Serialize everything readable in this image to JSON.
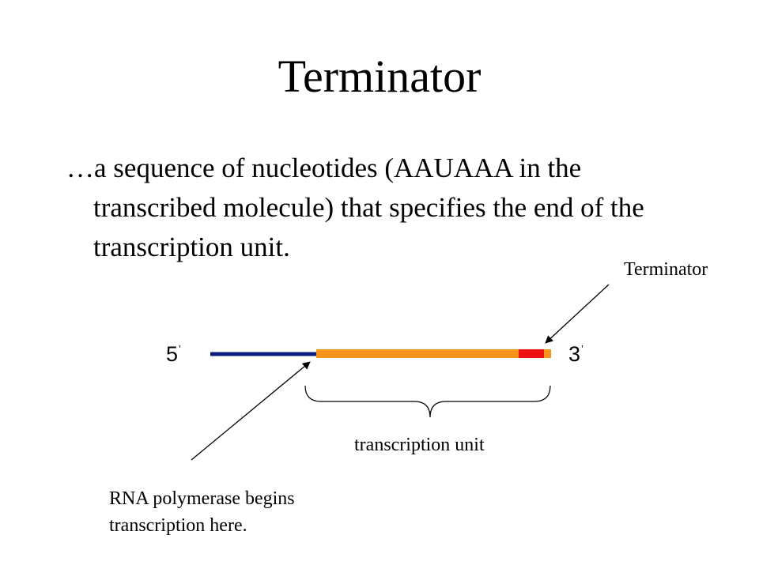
{
  "slide": {
    "title": "Terminator",
    "body": "…a sequence of nucleotides (AAUAAA in the transcribed molecule) that specifies the end of the transcription unit."
  },
  "diagram": {
    "five_prime": "5",
    "three_prime": "3",
    "prime_mark": "’",
    "terminator_label": "Terminator",
    "unit_label": "transcription unit",
    "start_label": "RNA polymerase begins transcription here.",
    "colors": {
      "upstream_dna": "#0a1f7a",
      "transcription_unit": "#f7941d",
      "terminator": "#ee1111",
      "arrow": "#000000"
    }
  }
}
